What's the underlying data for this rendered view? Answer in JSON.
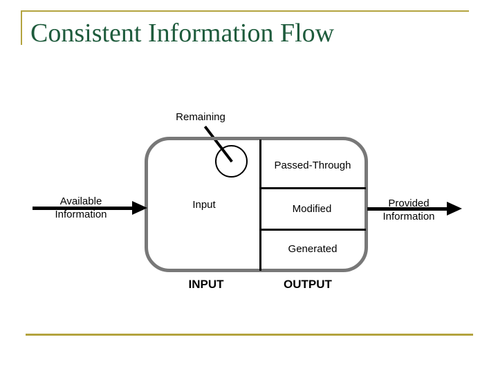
{
  "slide": {
    "title": "Consistent Information Flow",
    "colors": {
      "title_green": "#1E5B3C",
      "accent_line": "#B3A33E",
      "box_border_gray": "#787878",
      "diagram_black": "#000000"
    }
  },
  "diagram": {
    "remaining_label": "Remaining",
    "box_sections": {
      "passed_through": "Passed-Through",
      "input": "Input",
      "modified": "Modified",
      "generated": "Generated"
    },
    "left_arrow_label": {
      "line1": "Available",
      "line2": "Information"
    },
    "right_arrow_label": {
      "line1": "Provided",
      "line2": "Information"
    },
    "column_labels": {
      "input": "INPUT",
      "output": "OUTPUT"
    }
  }
}
